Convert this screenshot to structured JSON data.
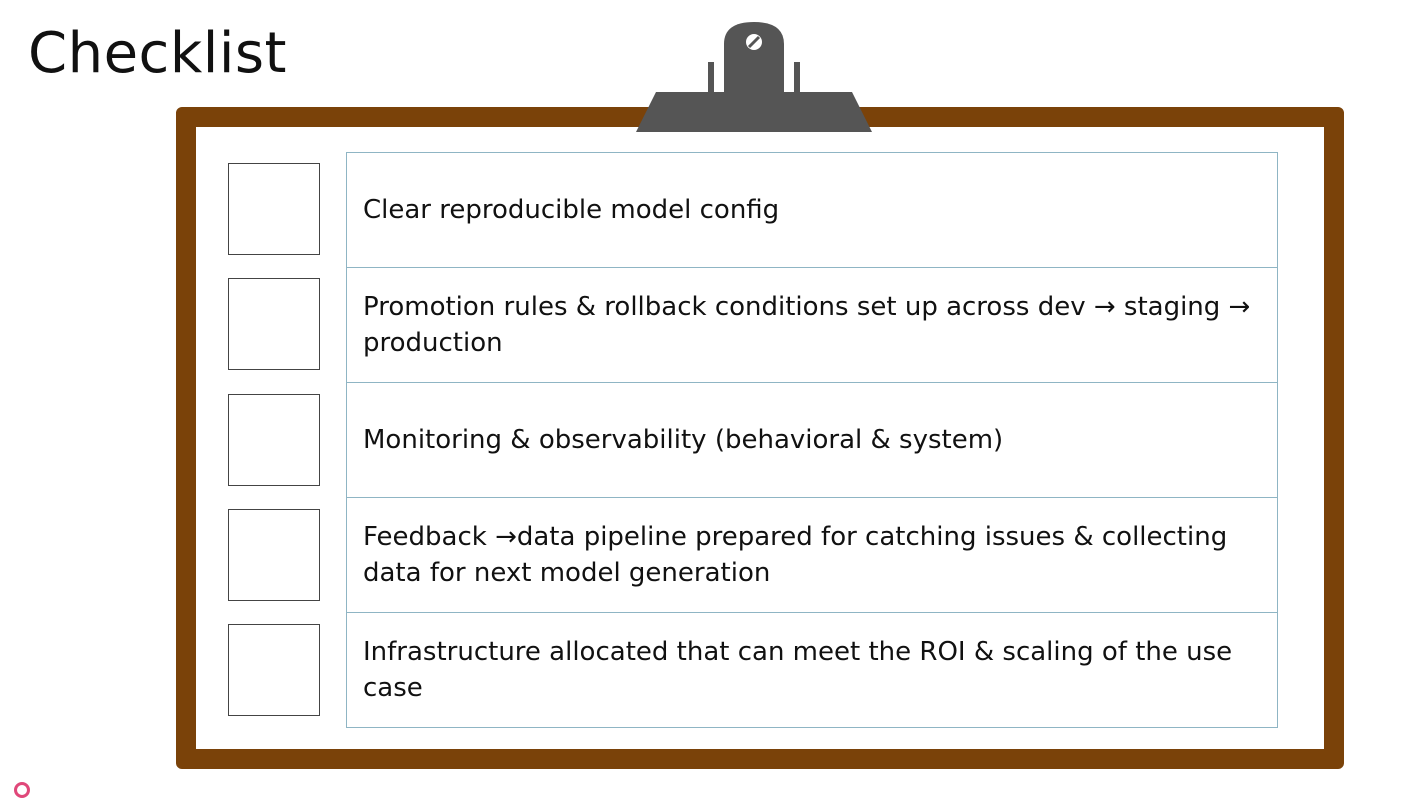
{
  "page": {
    "title": "Checklist"
  },
  "checklist": {
    "items": [
      {
        "label": "Clear reproducible model config",
        "checked": false
      },
      {
        "label": "Promotion rules & rollback conditions set up across dev → staging → production",
        "checked": false
      },
      {
        "label": "Monitoring & observability (behavioral & system)",
        "checked": false
      },
      {
        "label": "Feedback →data pipeline prepared for catching issues & collecting data for next model generation",
        "checked": false
      },
      {
        "label": "Infrastructure allocated that can meet the ROI & scaling of the use case",
        "checked": false
      }
    ]
  },
  "colors": {
    "board_frame": "#7a4209",
    "clip": "#555555",
    "cell_border": "#8fb5c4",
    "checkbox_border": "#444444"
  },
  "icons": {
    "clip": "clipboard-clip-icon"
  }
}
